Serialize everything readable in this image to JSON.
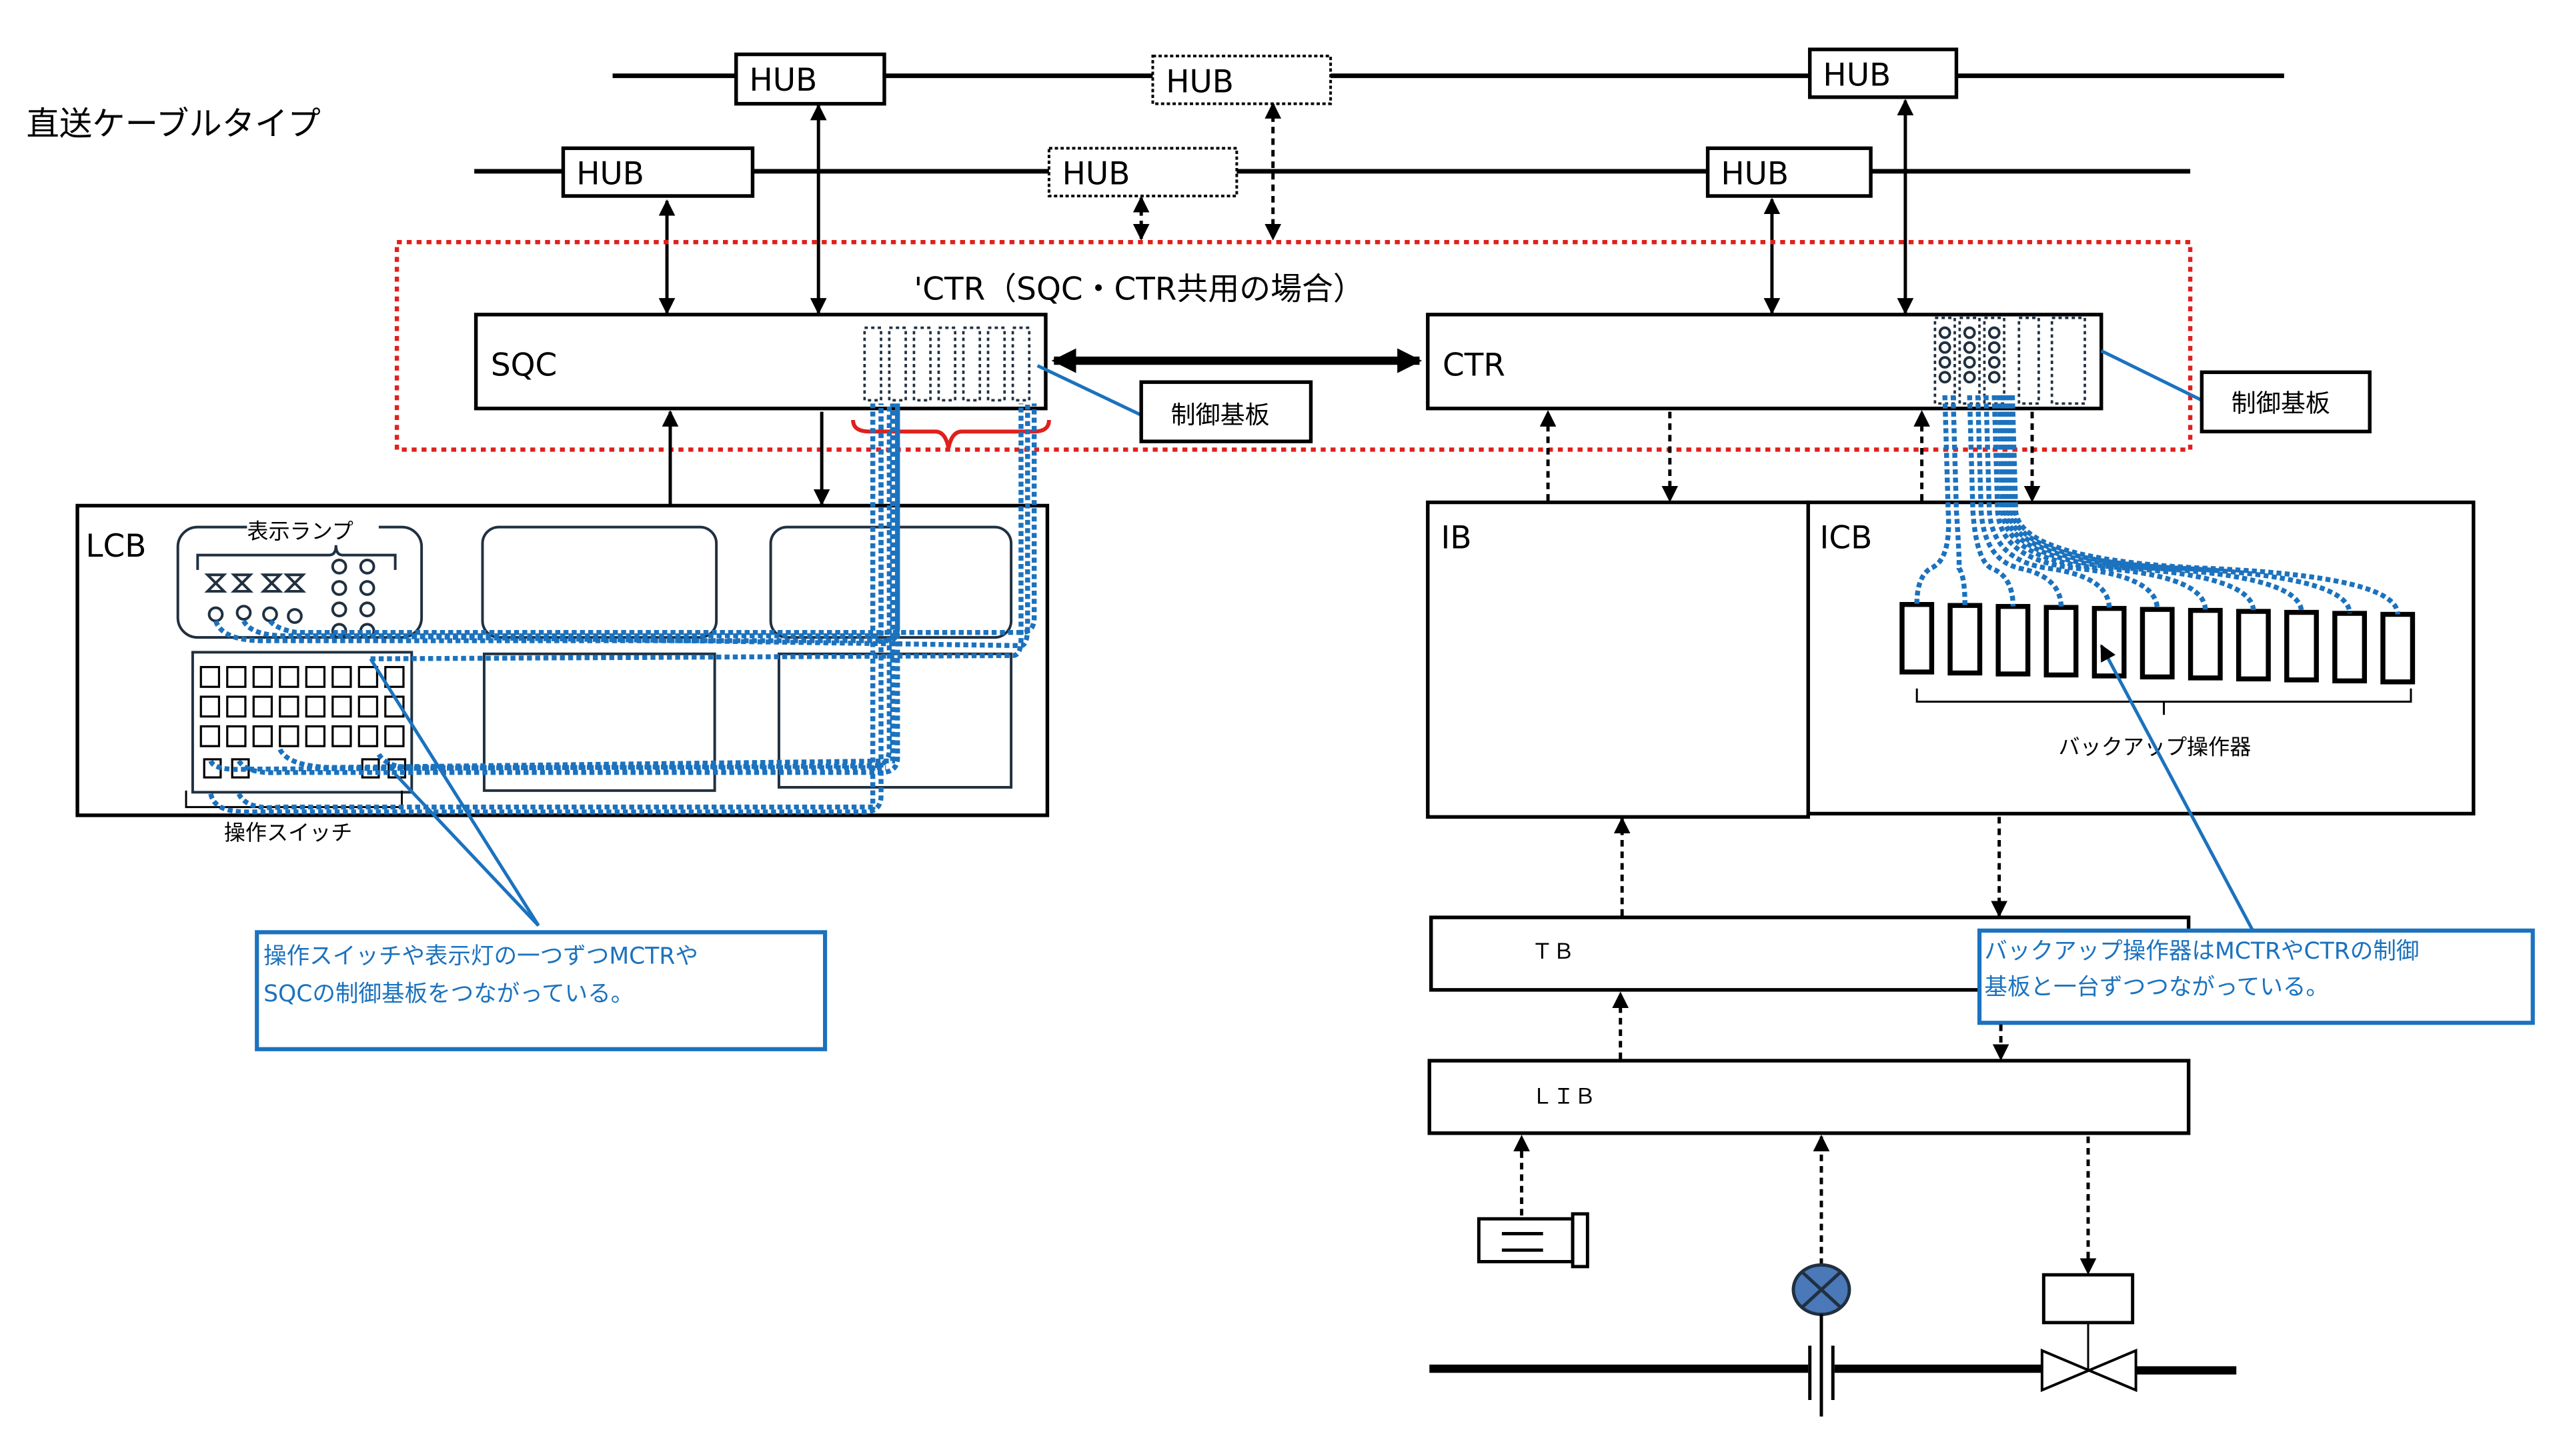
{
  "title": "直送ケーブルタイプ",
  "network": {
    "hub_label": "HUB",
    "upper_bus_hubs": [
      "HUB",
      "HUB",
      "HUB"
    ],
    "lower_bus_hubs": [
      "HUB",
      "HUB",
      "HUB"
    ]
  },
  "shared_group_label": "'CTR（SQC・CTR共用の場合）",
  "nodes": {
    "sqc": "SQC",
    "ctr": "CTR",
    "lcb": "LCB",
    "ib": "IB",
    "icb": "ICB",
    "tb": "ＴＢ",
    "lib": "ＬＩＢ"
  },
  "labels": {
    "control_board_left": "制御基板",
    "control_board_right": "制御基板",
    "indicator_lamps": "表示ランプ",
    "operation_switches": "操作スイッチ",
    "backup_operators": "バックアップ操作器"
  },
  "callouts": {
    "left": {
      "line1": "操作スイッチや表示灯の一つずつMCTRや",
      "line2": "SQCの制御基板をつながっている。"
    },
    "right": {
      "line1": "バックアップ操作器はMCTRやCTRの制御",
      "line2": "基板と一台ずつつながっている。"
    }
  },
  "counts": {
    "backup_operator_units": 11,
    "switch_rows": 3,
    "switch_cols": 8
  },
  "colors": {
    "group_border": "#e0201c",
    "wiring": "#1b72be",
    "callout": "#1b72be",
    "sensor_fill": "#4a78b8"
  }
}
